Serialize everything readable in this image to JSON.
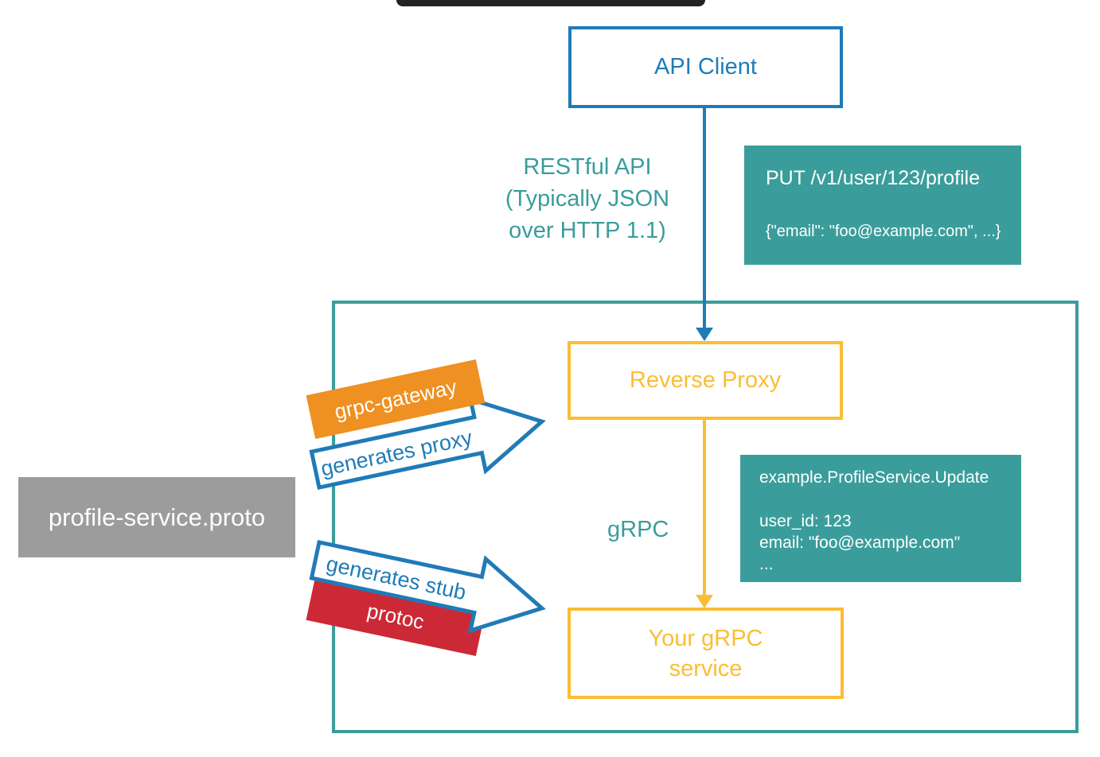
{
  "colors": {
    "blue": "#1F7BB8",
    "teal": "#3A9D9B",
    "yellow": "#FBBD33",
    "orange": "#EF9022",
    "red": "#CC2936",
    "gray": "#9C9C9C"
  },
  "nodes": {
    "api_client": {
      "label": "API Client"
    },
    "reverse_proxy": {
      "label": "Reverse Proxy"
    },
    "grpc_service": {
      "line1": "Your gRPC",
      "line2": "service"
    },
    "proto_file": {
      "label": "profile-service.proto"
    }
  },
  "edges": {
    "rest_api": {
      "line1": "RESTful API",
      "line2": "(Typically JSON",
      "line3": "over HTTP 1.1)"
    },
    "grpc": {
      "label": "gRPC"
    }
  },
  "callouts": {
    "http_request": {
      "request_line": "PUT /v1/user/123/profile",
      "body": "{\"email\": \"foo@example.com\", ...}"
    },
    "grpc_request": {
      "method": "example.ProfileService.Update",
      "field1": "user_id: 123",
      "field2": "email: \"foo@example.com\"",
      "field3": "..."
    }
  },
  "generators": {
    "gateway": {
      "tool": "grpc-gateway",
      "action": "generates proxy"
    },
    "protoc": {
      "tool": "protoc",
      "action": "generates stub"
    }
  }
}
